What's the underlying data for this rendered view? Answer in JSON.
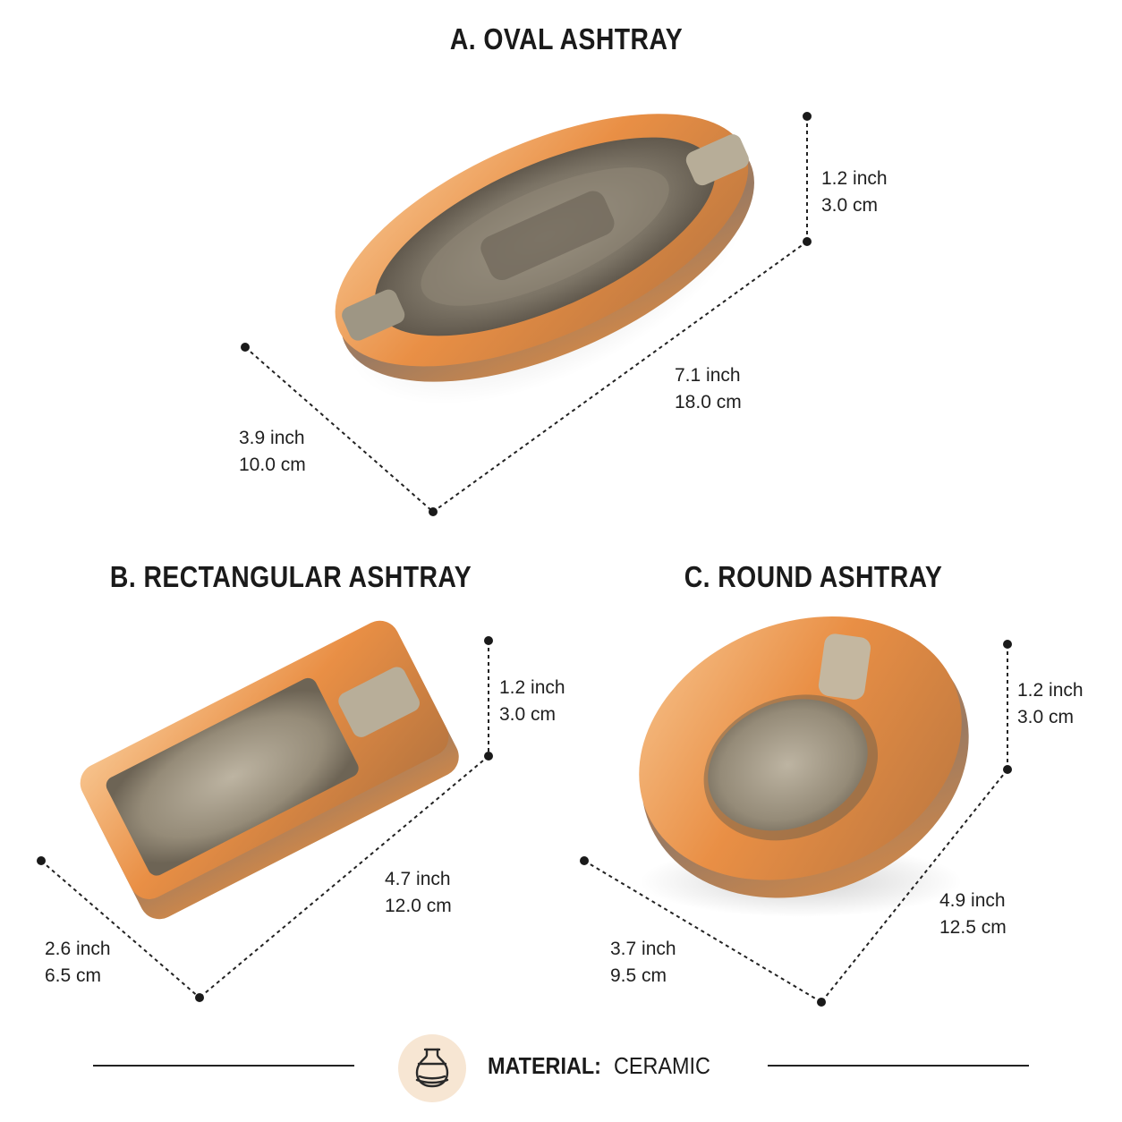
{
  "sections": {
    "oval": {
      "title": "A. OVAL ASHTRAY",
      "height": {
        "inch": "1.2 inch",
        "cm": "3.0 cm"
      },
      "length": {
        "inch": "7.1 inch",
        "cm": "18.0 cm"
      },
      "width": {
        "inch": "3.9 inch",
        "cm": "10.0 cm"
      }
    },
    "rectangular": {
      "title": "B. RECTANGULAR ASHTRAY",
      "height": {
        "inch": "1.2 inch",
        "cm": "3.0 cm"
      },
      "length": {
        "inch": "4.7 inch",
        "cm": "12.0 cm"
      },
      "width": {
        "inch": "2.6 inch",
        "cm": "6.5 cm"
      }
    },
    "round": {
      "title": "C. ROUND ASHTRAY",
      "height": {
        "inch": "1.2 inch",
        "cm": "3.0 cm"
      },
      "length": {
        "inch": "4.9 inch",
        "cm": "12.5 cm"
      },
      "width": {
        "inch": "3.7 inch",
        "cm": "9.5 cm"
      }
    }
  },
  "footer": {
    "material_label": "MATERIAL:",
    "material_value": "CERAMIC",
    "icon": "ceramic-vase-icon"
  },
  "colors": {
    "glaze_orange": "#e9914a",
    "glaze_light": "#f6c08a",
    "metallic_interior": "#8a8376",
    "icon_background": "#f7e6d3",
    "text": "#1b1b1b"
  }
}
